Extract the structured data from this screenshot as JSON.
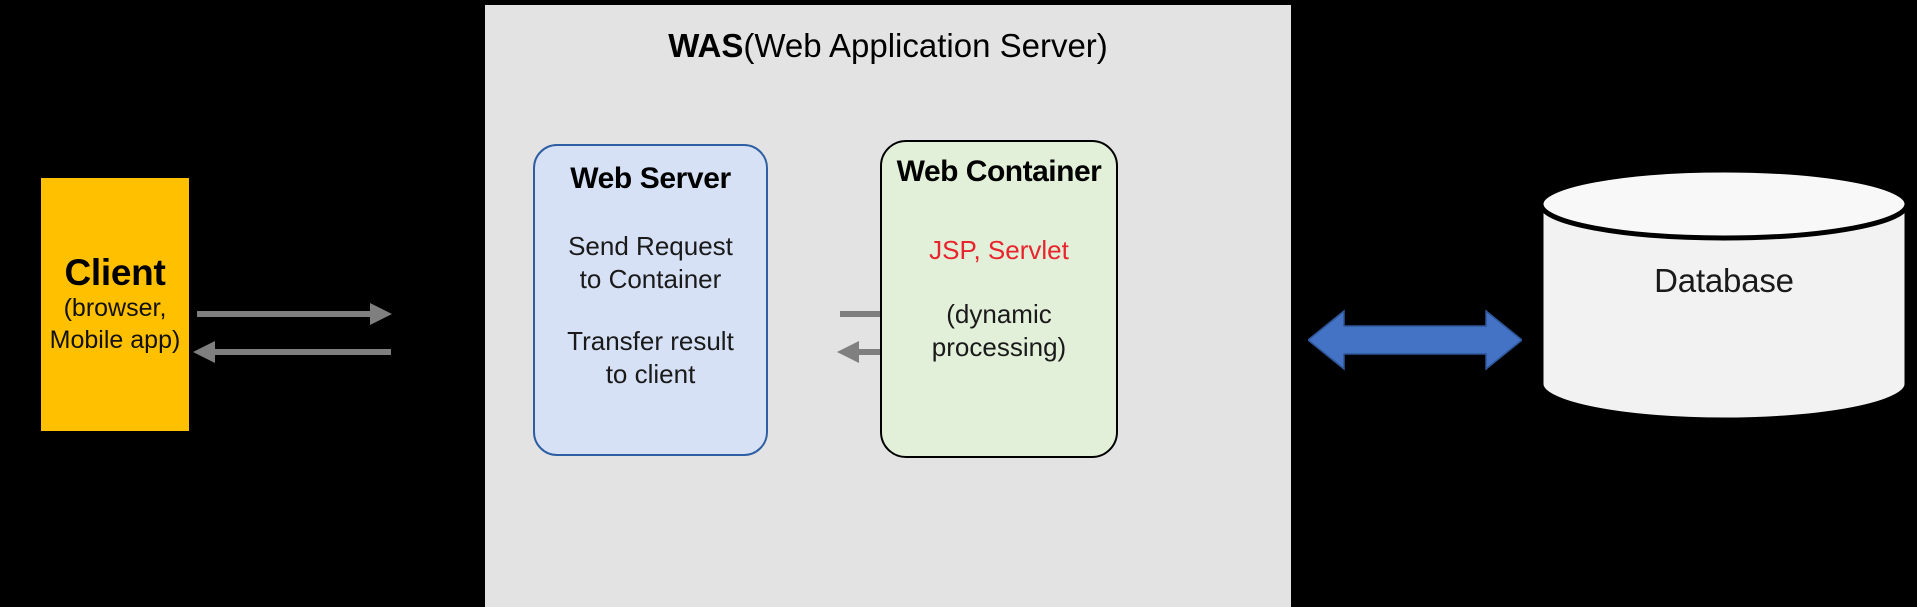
{
  "diagram": {
    "background_color": "#000000",
    "title_bar": null
  },
  "client": {
    "title": "Client",
    "subtitle_line1": "(browser,",
    "subtitle_line2": "Mobile app)",
    "fill_color": "#FFC000"
  },
  "was": {
    "title_abbr": "WAS",
    "title_expansion": "(Web Application Server)",
    "fill_color": "#E3E3E3"
  },
  "web_server": {
    "title": "Web Server",
    "line1a": "Send Request",
    "line1b": "to Container",
    "line2a": "Transfer result",
    "line2b": "to client",
    "fill_color": "#D6E1F5",
    "border_color": "#2E5FA3"
  },
  "web_container": {
    "title": "Web Container",
    "tech": "JSP, Servlet",
    "note_line1": "(dynamic",
    "note_line2": "processing)",
    "fill_color": "#E2EFD9",
    "border_color": "#000000",
    "tech_color": "#E8242C"
  },
  "database": {
    "label": "Database",
    "fill_color": "#F2F2F2",
    "border_color": "#000000"
  },
  "arrows": {
    "client_to_server": "request",
    "server_to_client": "response",
    "server_to_container": "forward-request",
    "container_to_server": "return-result",
    "was_to_database": "query-and-result",
    "gray_color": "#7F7F7F",
    "blue_color": "#4472C4"
  }
}
